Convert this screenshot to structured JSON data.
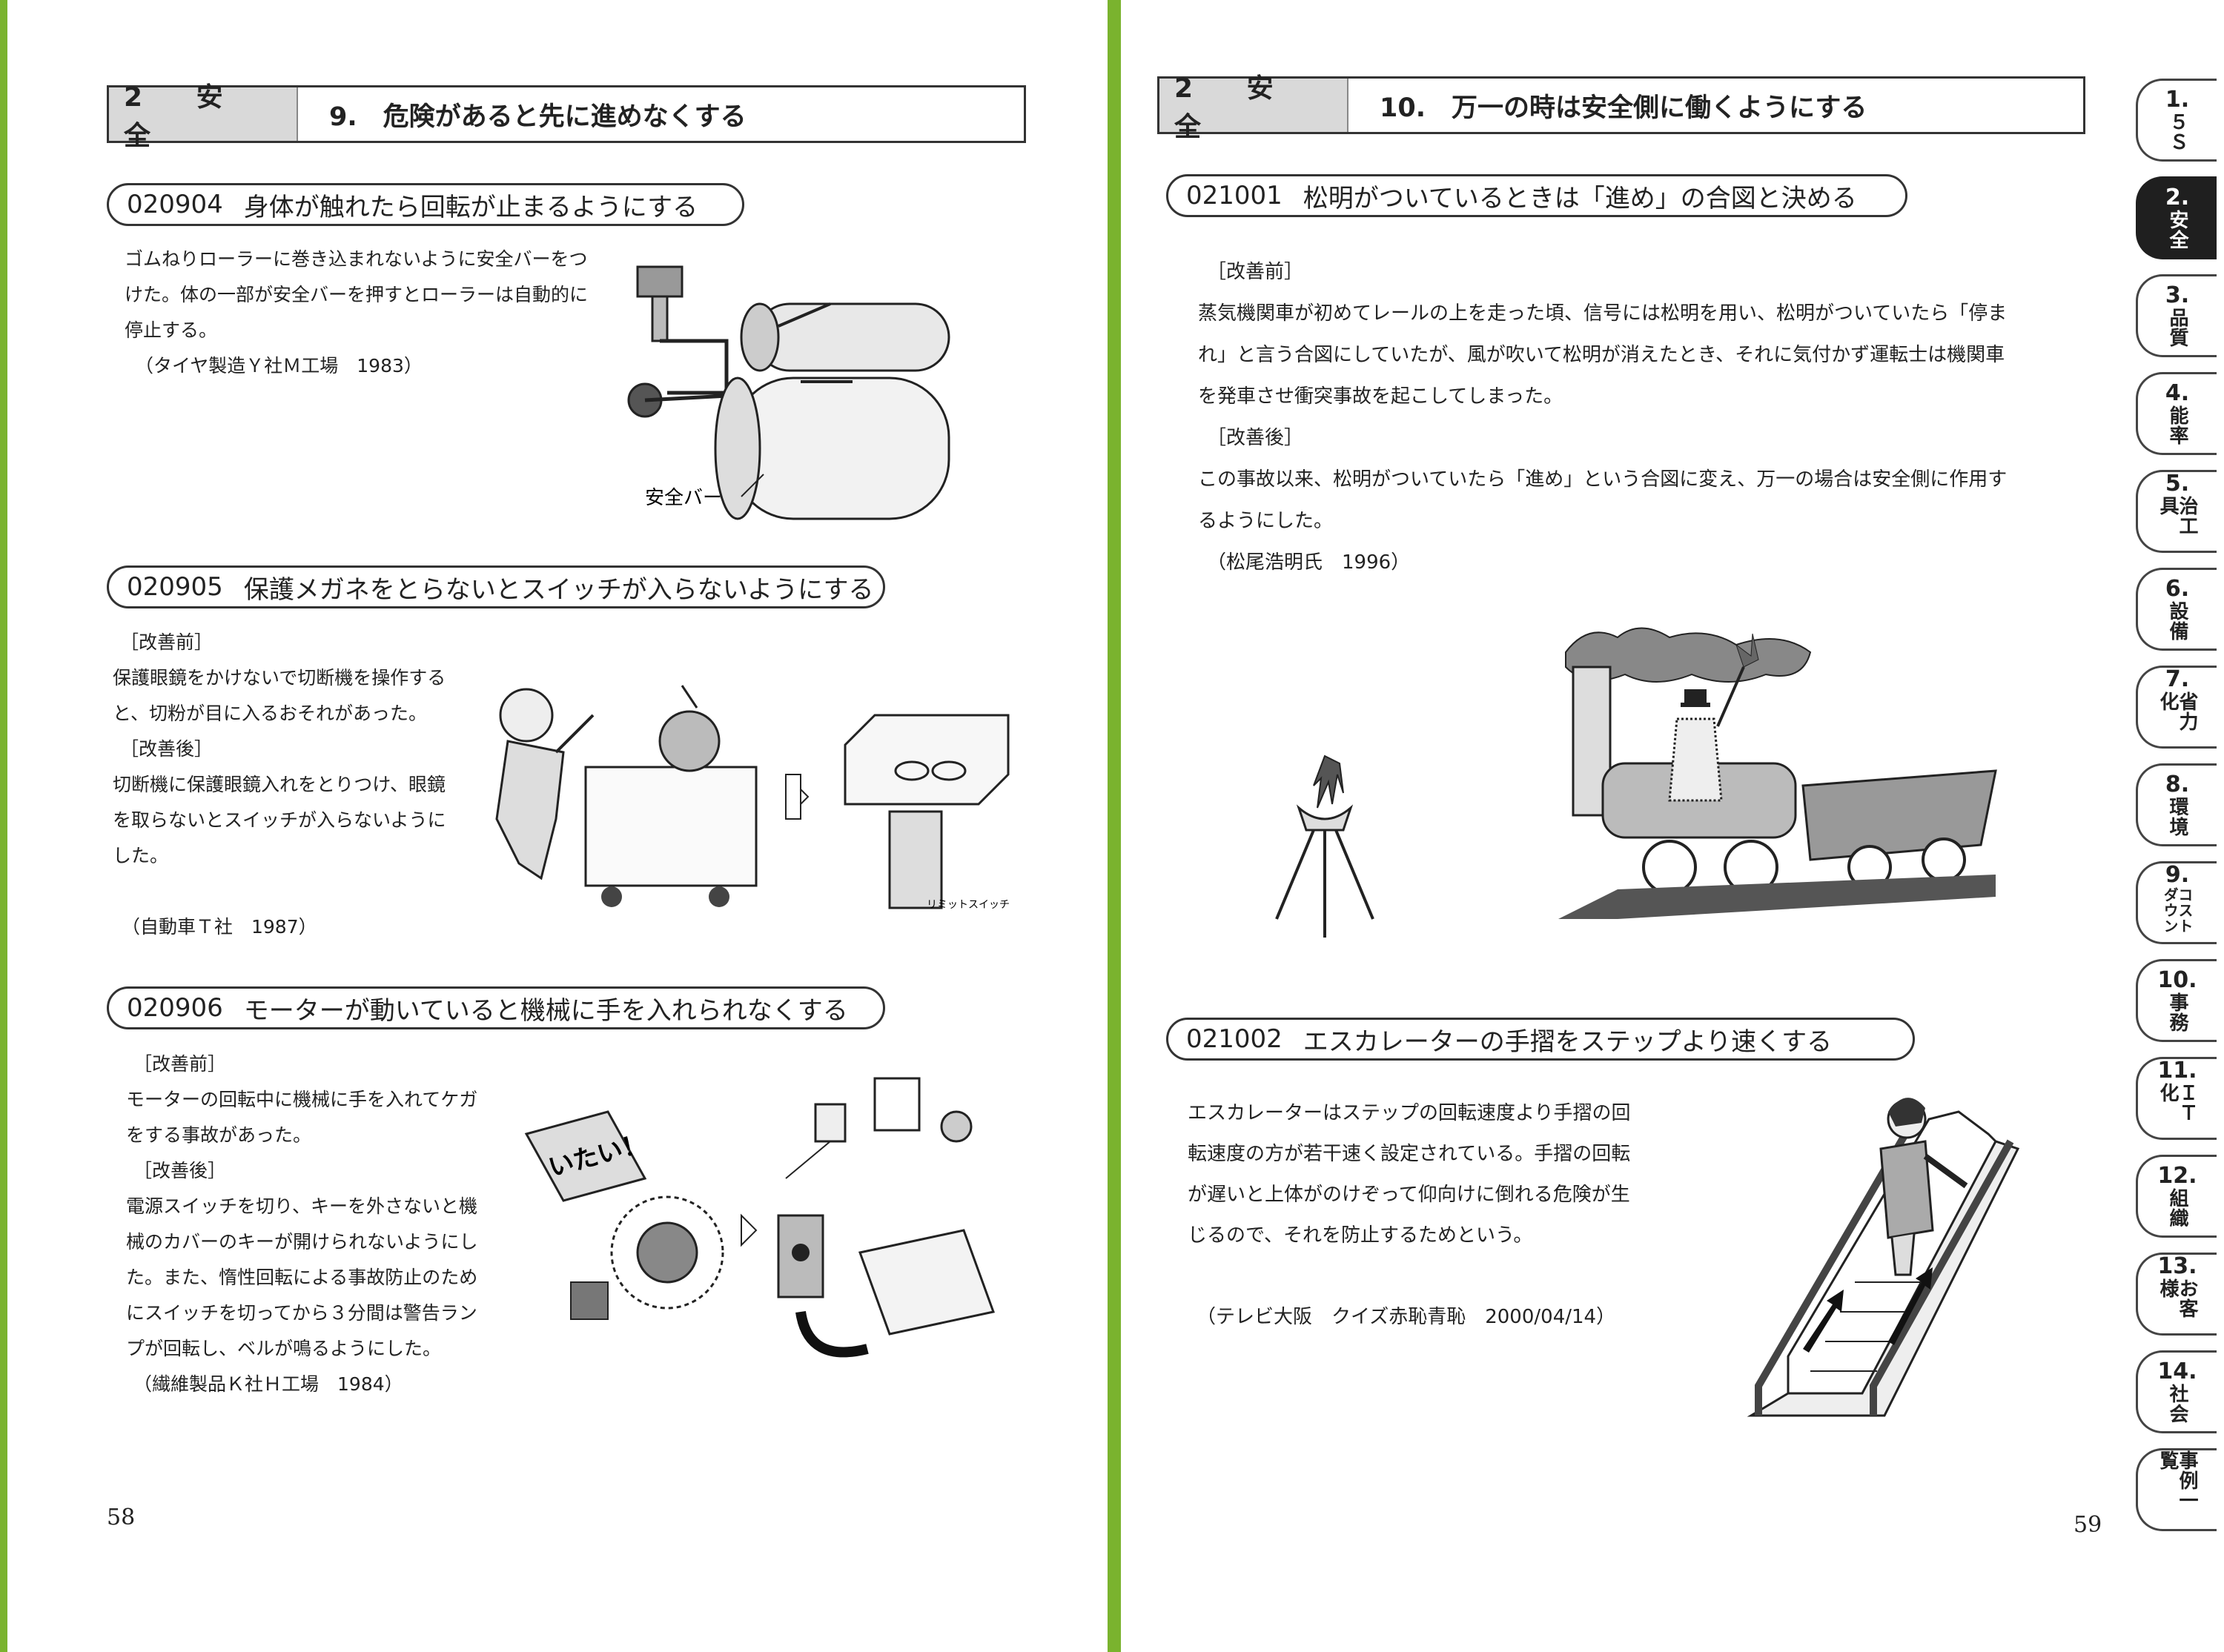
{
  "left_page": {
    "header": {
      "section": "2 安 全",
      "title": "9.　危険があると先に進めなくする"
    },
    "cases": [
      {
        "code": "020904",
        "title": "身体が触れたら回転が止まるようにする",
        "lines": [
          "ゴムねりローラーに巻き込まれないように安全バーをつ",
          "けた。体の一部が安全バーを押すとローラーは自動的に",
          "停止する。",
          "（タイヤ製造Ｙ社Ｍ工場　1983）"
        ],
        "figure_label": "安全バー"
      },
      {
        "code": "020905",
        "title": "保護メガネをとらないとスイッチが入らないようにする",
        "lines": [
          "［改善前］",
          "保護眼鏡をかけないで切断機を操作する",
          "と、切粉が目に入るおそれがあった。",
          "［改善後］",
          "切断機に保護眼鏡入れをとりつけ、眼鏡",
          "を取らないとスイッチが入らないように",
          "した。",
          "",
          "（自動車Ｔ社　1987）"
        ],
        "figure_label": "リミットスイッチ"
      },
      {
        "code": "020906",
        "title": "モーターが動いていると機械に手を入れられなくする",
        "lines": [
          "［改善前］",
          "モーターの回転中に機械に手を入れてケガ",
          "をする事故があった。",
          "［改善後］",
          "電源スイッチを切り、キーを外さないと機",
          "械のカバーのキーが開けられないようにし",
          "た。また、惰性回転による事故防止のため",
          "にスイッチを切ってから３分間は警告ラン",
          "プが回転し、ベルが鳴るようにした。",
          "（繊維製品Ｋ社Ｈ工場　1984）"
        ],
        "figure_label": "いたい！"
      }
    ],
    "page_number": "58"
  },
  "right_page": {
    "header": {
      "section": "2 安 全",
      "title": "10.　万一の時は安全側に働くようにする"
    },
    "cases": [
      {
        "code": "021001",
        "title": "松明がついているときは「進め」の合図と決める",
        "lines": [
          "［改善前］",
          "蒸気機関車が初めてレールの上を走った頃、信号には松明を用い、松明がついていたら「停ま",
          "れ」と言う合図にしていたが、風が吹いて松明が消えたとき、それに気付かず運転士は機関車",
          "を発車させ衝突事故を起こしてしまった。",
          "［改善後］",
          "この事故以来、松明がついていたら「進め」という合図に変え、万一の場合は安全側に作用す",
          "るようにした。",
          "（松尾浩明氏　1996）"
        ]
      },
      {
        "code": "021002",
        "title": "エスカレーターの手摺をステップより速くする",
        "lines": [
          "エスカレーターはステップの回転速度より手摺の回",
          "転速度の方が若干速く設定されている。手摺の回転",
          "が遅いと上体がのけぞって仰向けに倒れる危険が生",
          "じるので、それを防止するためという。",
          "",
          "（テレビ大阪　クイズ赤恥青恥　2000/04/14）"
        ]
      }
    ],
    "page_number": "59"
  },
  "tabs": [
    {
      "num": "1.",
      "label": "５Ｓ",
      "active": false
    },
    {
      "num": "2.",
      "label": "安全",
      "active": true
    },
    {
      "num": "3.",
      "label": "品質",
      "active": false
    },
    {
      "num": "4.",
      "label": "能率",
      "active": false
    },
    {
      "num": "5.",
      "label": "治工具",
      "active": false
    },
    {
      "num": "6.",
      "label": "設備",
      "active": false
    },
    {
      "num": "7.",
      "label": "省力化",
      "active": false
    },
    {
      "num": "8.",
      "label": "環境",
      "active": false
    },
    {
      "num": "9.",
      "label": "コストダウン",
      "active": false
    },
    {
      "num": "10.",
      "label": "事務",
      "active": false
    },
    {
      "num": "11.",
      "label": "ＩＴ化",
      "active": false
    },
    {
      "num": "12.",
      "label": "組織",
      "active": false
    },
    {
      "num": "13.",
      "label": "お客様",
      "active": false
    },
    {
      "num": "14.",
      "label": "社会",
      "active": false
    },
    {
      "num": "",
      "label": "事例一覧",
      "active": false
    }
  ]
}
